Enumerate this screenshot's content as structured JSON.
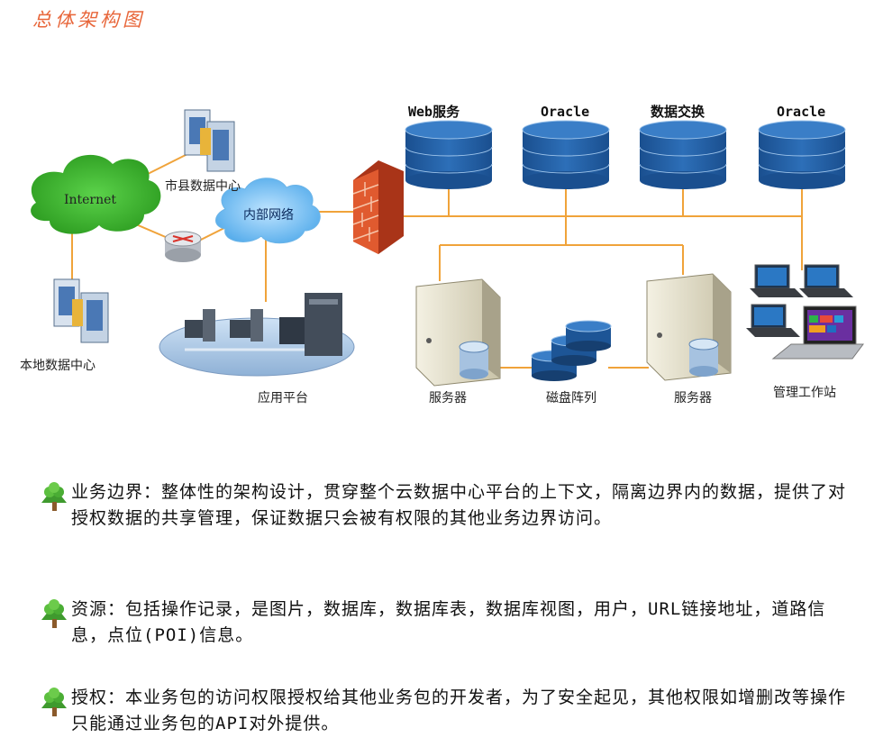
{
  "title": "总体架构图",
  "diagram": {
    "clouds": {
      "internet": "Internet",
      "intranet": "内部网络"
    },
    "labels": {
      "city_dc": "市县数据中心",
      "local_dc": "本地数据中心",
      "app_platform": "应用平台",
      "server_left": "服务器",
      "disk_array": "磁盘阵列",
      "server_right": "服务器",
      "mgmt_station": "管理工作站"
    },
    "databases": [
      "Web服务",
      "Oracle",
      "数据交换",
      "Oracle"
    ]
  },
  "paragraphs": [
    "业务边界：整体性的架构设计，贯穿整个云数据中心平台的上下文，隔离边界内的数据，提供了对授权数据的共享管理，保证数据只会被有权限的其他业务边界访问。",
    "资源：包括操作记录，是图片，数据库，数据库表，数据库视图，用户，URL链接地址，道路信息，点位(POI)信息。",
    "授权：本业务包的访问权限授权给其他业务包的开发者，为了安全起见，其他权限如增删改等操作只能通过业务包的API对外提供。"
  ]
}
